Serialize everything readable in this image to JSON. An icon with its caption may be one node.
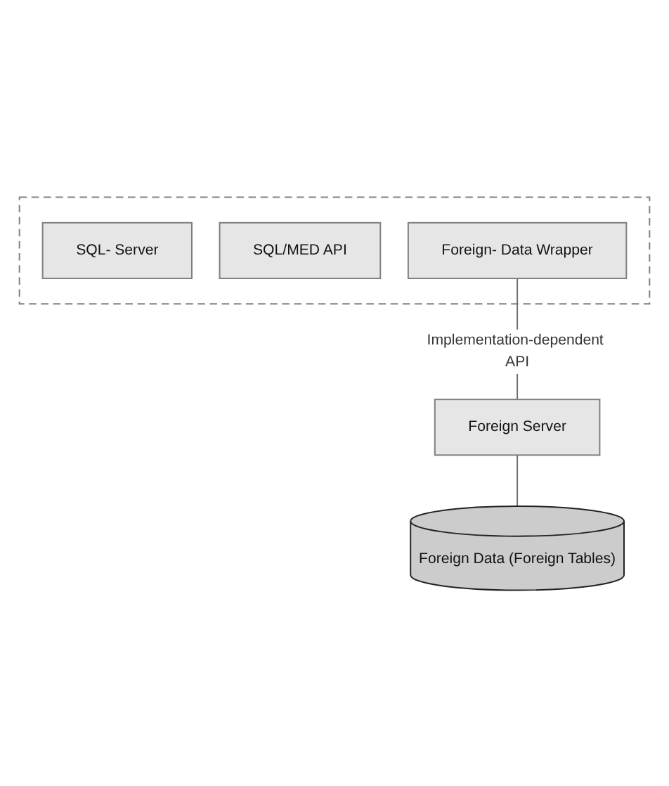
{
  "diagram": {
    "nodes": [
      {
        "text": [],
        "shape": "box"
      },
      {
        "text": [
          "SQL- Server"
        ],
        "in": 0
      },
      {
        "text": [
          "SQL/MED API"
        ],
        "in": 0
      },
      {
        "text": [
          "Foreign- Data Wrapper"
        ],
        "in": 0
      },
      {
        "text": [
          "Foreign Server"
        ]
      },
      {
        "text": [
          "Foreign Data (Foreign Tables)"
        ]
      }
    ],
    "edges": [
      {
        "from": 3,
        "to": 4,
        "arrow": "none",
        "label": "Implementation-dependent API"
      },
      {
        "from": 4,
        "to": 5,
        "arrow": "none"
      }
    ]
  }
}
